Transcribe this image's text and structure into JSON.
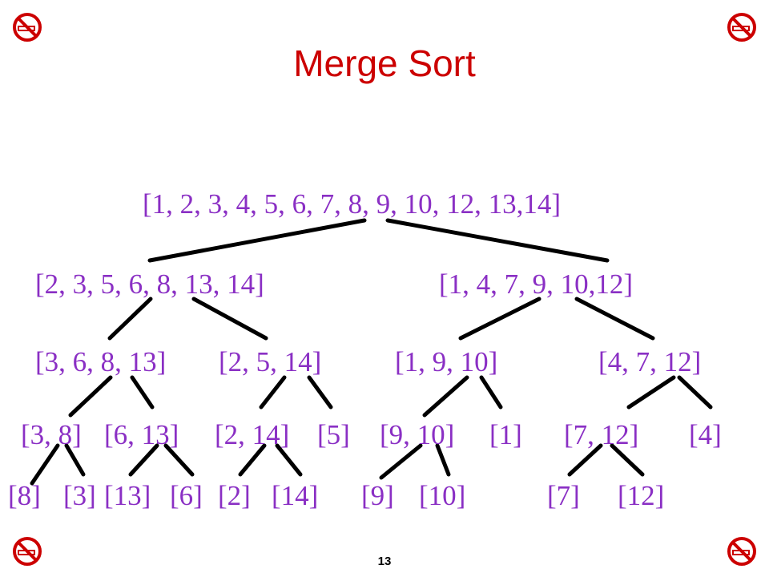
{
  "slide": {
    "title": "Merge Sort",
    "page_number": "13",
    "corner_icon": "no-smoking-icon",
    "title_color": "#cc0000",
    "node_color": "#8a2fc4"
  },
  "tree": {
    "root": "[1, 2, 3, 4, 5, 6, 7, 8, 9, 10, 12, 13,14]",
    "level1": [
      "[2, 3, 5, 6, 8, 13, 14]",
      "[1, 4, 7, 9, 10,12]"
    ],
    "level2": [
      "[3, 6, 8, 13]",
      "[2, 5, 14]",
      "[1, 9, 10]",
      "[4, 7, 12]"
    ],
    "level3": [
      "[3, 8]",
      "[6, 13]",
      "[2, 14]",
      "[5]",
      "[9, 10]",
      "[1]",
      "[7, 12]",
      "[4]"
    ],
    "level4": [
      "[8]",
      "[3]",
      "[13]",
      "[6]",
      "[2]",
      "[14]",
      "[9]",
      "[10]",
      "[7]",
      "[12]"
    ]
  }
}
